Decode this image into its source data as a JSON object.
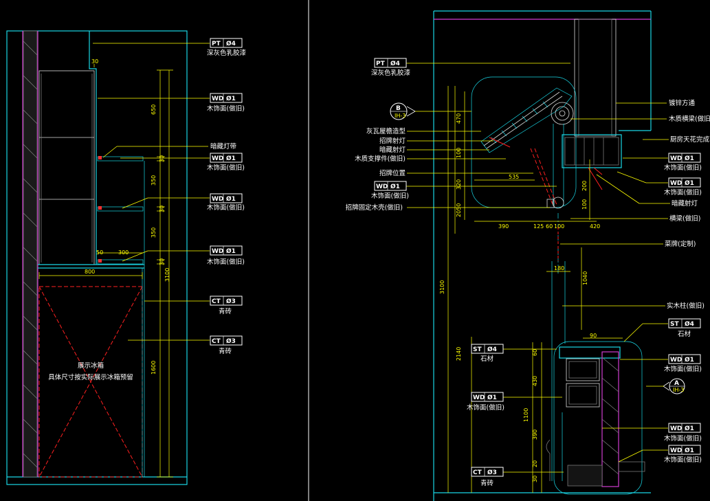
{
  "left_elevation": {
    "tags": [
      {
        "code": "PT",
        "num": "Ø4",
        "desc": "深灰色乳胶漆"
      },
      {
        "code": "WD",
        "num": "Ø1",
        "desc": "木饰面(做旧)"
      },
      {
        "code": "WD",
        "num": "Ø1",
        "desc": "木饰面(做旧)"
      },
      {
        "code": "WD",
        "num": "Ø1",
        "desc": "木饰面(做旧)"
      },
      {
        "code": "WD",
        "num": "Ø1",
        "desc": "木饰面(做旧)"
      },
      {
        "code": "CT",
        "num": "Ø3",
        "desc": "青砖"
      },
      {
        "code": "CT",
        "num": "Ø3",
        "desc": "青砖"
      }
    ],
    "notes": {
      "light_strip": "暗藏灯带"
    },
    "dims": {
      "top_30": "30",
      "d650": "650",
      "d350a": "350",
      "d350b": "350",
      "d1600": "1600",
      "d3100": "3100",
      "d800": "800",
      "d50": "50",
      "d300": "300",
      "s1": "30",
      "s2": "30",
      "s3": "30"
    },
    "fridge": {
      "line1": "展示冰箱",
      "line2": "具体尺寸按实际展示冰箱预留"
    }
  },
  "right_section": {
    "left_tags": [
      {
        "code": "PT",
        "num": "Ø4",
        "desc": "深灰色乳胶漆"
      },
      {
        "code": "WD",
        "num": "Ø1",
        "desc": "木饰面(做旧)"
      }
    ],
    "left_labels": [
      "灰瓦屋檐造型",
      "招牌射灯",
      "暗藏射灯",
      "木质支撑件(做旧)",
      "招牌位置",
      "招牌固定木壳(做旧)"
    ],
    "section_mark_b": {
      "letter": "B",
      "ref": "IH-3"
    },
    "section_mark_a": {
      "letter": "A",
      "ref": "IH-3"
    },
    "right_labels": [
      "镀锌方通",
      "木质横梁(做旧)",
      "厨房天花完成面",
      "暗藏射灯",
      "横梁(做旧)",
      "菜牌(定制)",
      "实木柱(做旧)"
    ],
    "right_tags": [
      {
        "code": "WD",
        "num": "Ø1",
        "desc": "木饰面(做旧)"
      },
      {
        "code": "WD",
        "num": "Ø1",
        "desc": "木饰面(做旧)"
      },
      {
        "code": "ST",
        "num": "Ø4",
        "desc": "石材"
      },
      {
        "code": "WD",
        "num": "Ø1",
        "desc": "木饰面(做旧)"
      },
      {
        "code": "WD",
        "num": "Ø1",
        "desc": "木饰面(做旧)"
      },
      {
        "code": "WD",
        "num": "Ø1",
        "desc": "木饰面(做旧)"
      }
    ],
    "inner_tags": [
      {
        "code": "ST",
        "num": "Ø4",
        "desc": "石材"
      },
      {
        "code": "WD",
        "num": "Ø1",
        "desc": "木饰面(做旧)"
      },
      {
        "code": "CT",
        "num": "Ø3",
        "desc": "青砖"
      }
    ],
    "dims": {
      "d470": "470",
      "d100a": "100",
      "d320": "320",
      "d2050": "2050",
      "d3100": "3100",
      "d2140": "2140",
      "d535": "535",
      "d390": "390",
      "d125": "125",
      "d60": "60",
      "d100b": "100",
      "d420": "420",
      "d180": "180",
      "d1040": "1040",
      "d200": "200",
      "d100c": "100",
      "d90": "90",
      "d60b": "60",
      "d430": "430",
      "d1100": "1100",
      "d390b": "390",
      "d20": "20",
      "d30": "30"
    }
  }
}
